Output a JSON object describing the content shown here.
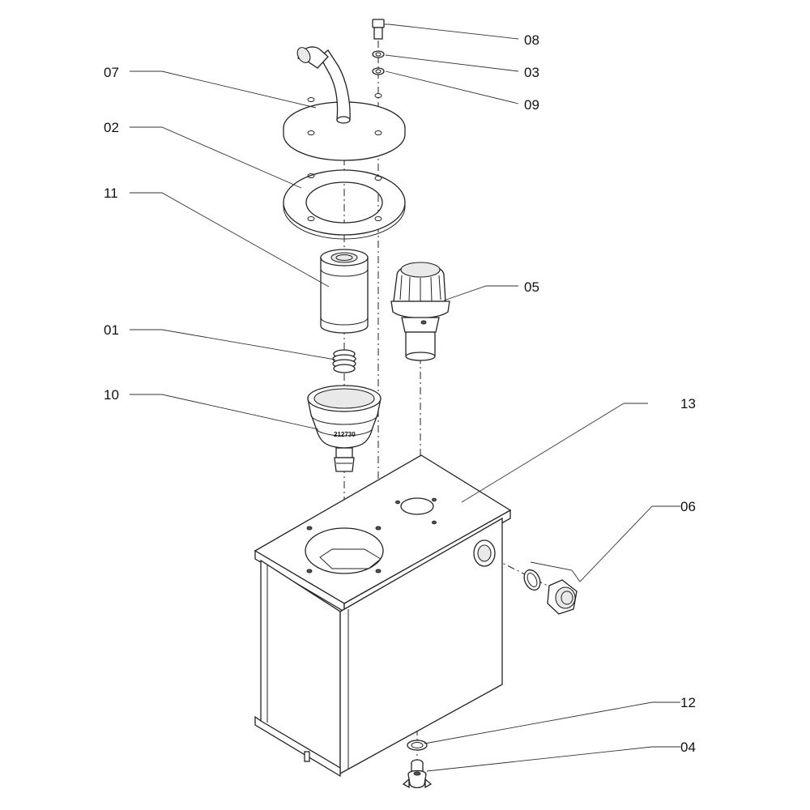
{
  "diagram": {
    "callouts": [
      {
        "id": "c08",
        "label": "08"
      },
      {
        "id": "c03",
        "label": "03"
      },
      {
        "id": "c09",
        "label": "09"
      },
      {
        "id": "c07",
        "label": "07"
      },
      {
        "id": "c02",
        "label": "02"
      },
      {
        "id": "c11",
        "label": "11"
      },
      {
        "id": "c05",
        "label": "05"
      },
      {
        "id": "c01",
        "label": "01"
      },
      {
        "id": "c10",
        "label": "10"
      },
      {
        "id": "c13",
        "label": "13"
      },
      {
        "id": "c06",
        "label": "06"
      },
      {
        "id": "c12",
        "label": "12"
      },
      {
        "id": "c04",
        "label": "04"
      }
    ],
    "part_marking": "212730"
  }
}
